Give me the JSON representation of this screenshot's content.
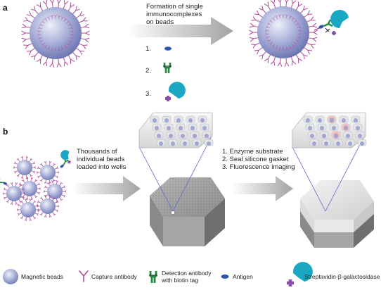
{
  "panel_a": {
    "label": "a",
    "caption_lines": [
      "Formation of single",
      "immunocomplexes",
      "on beads"
    ],
    "steps": [
      "1.",
      "2.",
      "3."
    ]
  },
  "panel_b": {
    "label": "b",
    "caption_left_lines": [
      "Thousands of",
      "individual beads",
      "loaded into wells"
    ],
    "caption_right_lines": [
      "1.  Enzyme substrate",
      "2.  Seal silicone gasket",
      "3.  Fluorescence imaging"
    ]
  },
  "legend": {
    "magnetic_beads": "Magnetic beads",
    "capture_antibody": "Capture antibody",
    "detection_antibody_lines": [
      "Detection antibody",
      "with biotin tag"
    ],
    "antigen": "Antigen",
    "streptavidin": "Streptavidin-β-galactosidase"
  },
  "colors": {
    "bead": "#8f98c8",
    "capture_antibody": "#b0479c",
    "detection_antibody": "#1f8a3e",
    "antigen": "#2e55a8",
    "streptavidin": "#19a7c2",
    "biotin": "#8a4fa8",
    "arrow": "#a9a9a9",
    "well_glow": "#f08a8a"
  },
  "icons": [
    "magnetic-bead-icon",
    "capture-antibody-icon",
    "detection-antibody-icon",
    "antigen-icon",
    "streptavidin-icon"
  ]
}
